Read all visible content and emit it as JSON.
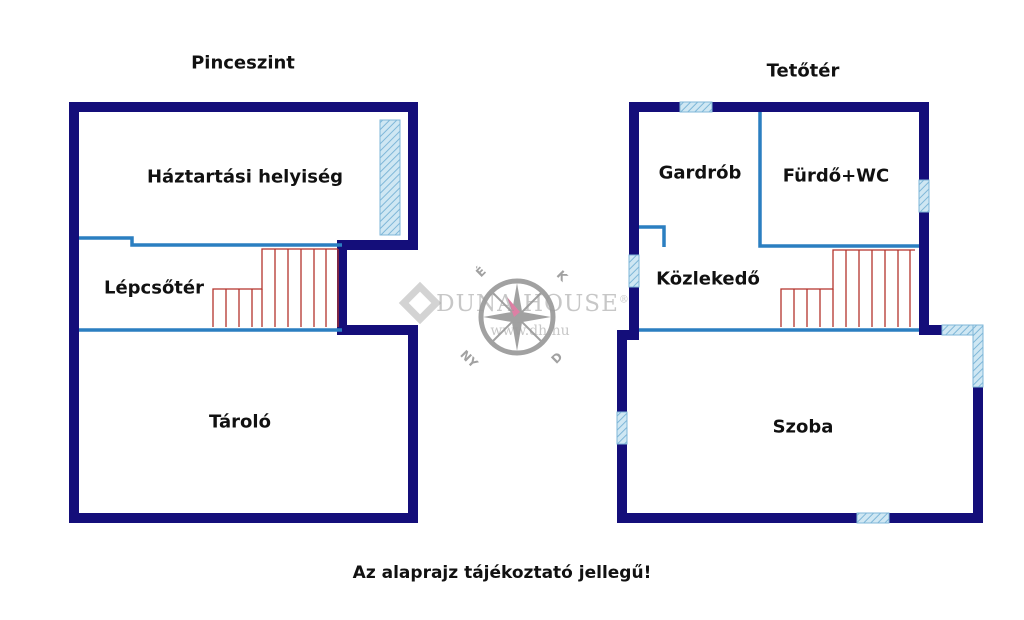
{
  "floors": [
    {
      "title": "Pinceszint",
      "rooms": [
        "Háztartási helyiség",
        "Lépcsőtér",
        "Tároló"
      ]
    },
    {
      "title": "Tetőtér",
      "rooms": [
        "Gardrób",
        "Fürdő+WC",
        "Közlekedő",
        "Szoba"
      ]
    }
  ],
  "watermark": {
    "brand": "DUNA HOUSE",
    "registered": "®",
    "url": "www.dh.hu"
  },
  "compass": {
    "north": "É",
    "east": "K",
    "south": "D",
    "west": "NY"
  },
  "disclaimer": "Az alaprajz tájékoztató jellegű!",
  "colors": {
    "wall": "#140e7a",
    "interior_wall": "#2b7fc1",
    "window": "#a9d4ea",
    "stairs": "#b3322b"
  }
}
